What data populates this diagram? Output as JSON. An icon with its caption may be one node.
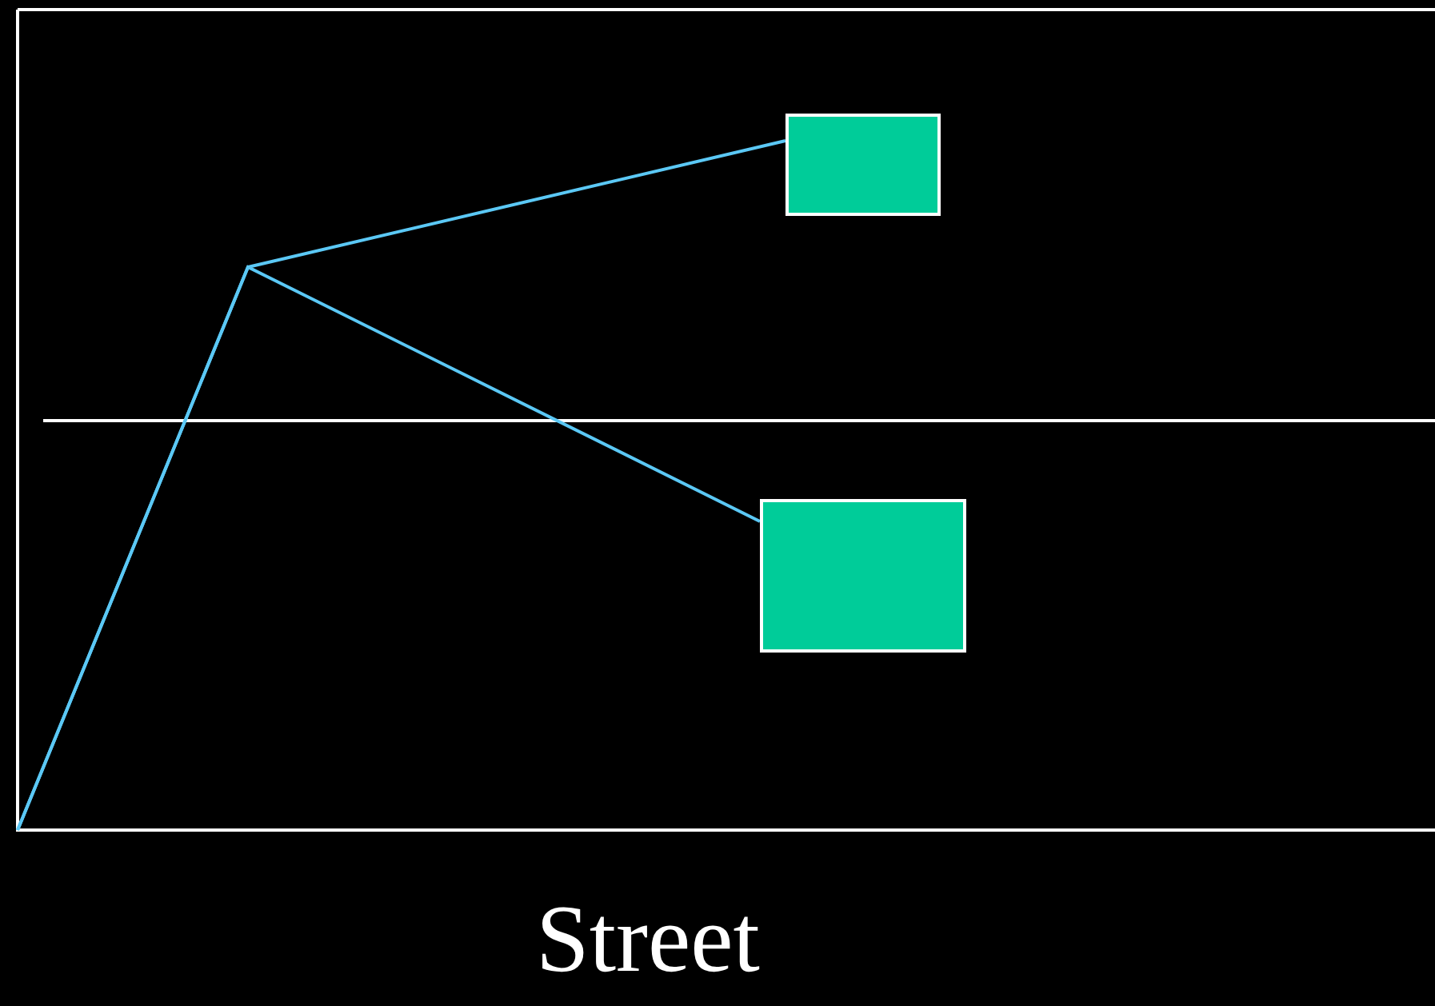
{
  "diagram": {
    "nodes": [
      {
        "text": [],
        "shape": "box"
      },
      {
        "text": [],
        "shape": "box"
      }
    ],
    "edges": [
      {
        "from": null,
        "to": 0,
        "arrow": "none"
      },
      {
        "from": null,
        "to": 1,
        "arrow": "none"
      }
    ],
    "labels": [
      "Street"
    ]
  }
}
